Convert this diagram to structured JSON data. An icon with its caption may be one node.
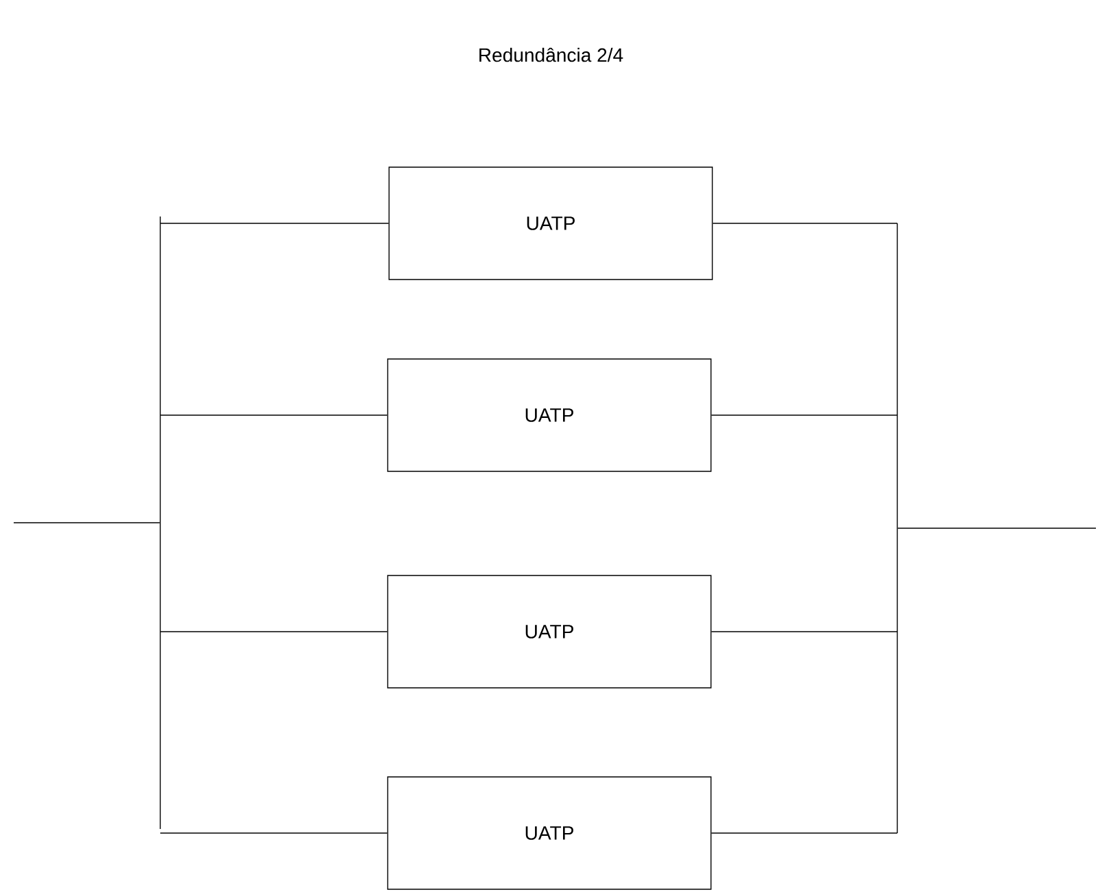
{
  "diagram": {
    "title": "Redundância 2/4",
    "nodes": [
      {
        "text": [
          "UATP"
        ]
      },
      {
        "text": [
          "UATP"
        ]
      },
      {
        "text": [
          "UATP"
        ]
      },
      {
        "text": [
          "UATP"
        ]
      },
      {
        "text": [],
        "shape": "bar"
      },
      {
        "text": [],
        "shape": "bar"
      }
    ],
    "edges": [
      {
        "from": null,
        "to": 4,
        "arrow": "none"
      },
      {
        "from": 4,
        "to": 0,
        "arrow": "none"
      },
      {
        "from": 4,
        "to": 1,
        "arrow": "none"
      },
      {
        "from": 4,
        "to": 2,
        "arrow": "none"
      },
      {
        "from": 4,
        "to": 3,
        "arrow": "none"
      },
      {
        "from": 0,
        "to": 5,
        "arrow": "none"
      },
      {
        "from": 1,
        "to": 5,
        "arrow": "none"
      },
      {
        "from": 2,
        "to": 5,
        "arrow": "none"
      },
      {
        "from": 3,
        "to": 5,
        "arrow": "none"
      },
      {
        "from": 5,
        "to": null,
        "arrow": "none"
      }
    ]
  }
}
